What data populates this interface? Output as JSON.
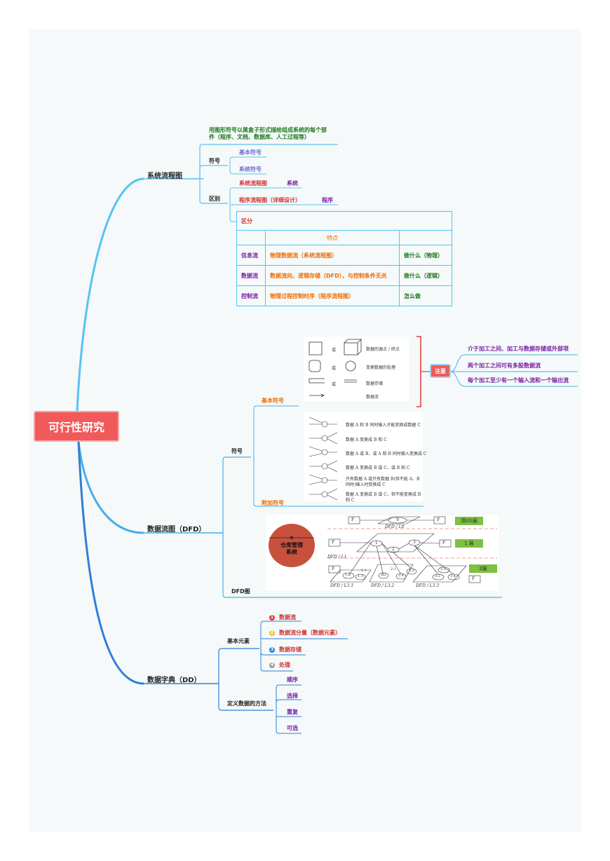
{
  "root": {
    "label": "可行性研究"
  },
  "branch1": {
    "label": "系统流程图",
    "desc": "用图形符号以黑盒子形式描绘组成系统的每个部件（程序、文档、数据库、人工过程等）",
    "desc_line1": "用图形符号以黑盒子形式描绘组成系统的每个部",
    "desc_line2": "件（程序、文档、数据库、人工过程等）",
    "symbol": {
      "label": "符号",
      "items": [
        "基本符号",
        "系统符号"
      ]
    },
    "diff": {
      "label": "区别",
      "row1": {
        "left": "系统流程图",
        "right": "系统"
      },
      "row2": {
        "left": "程序流程图（详细设计）",
        "right": "程序"
      },
      "table": {
        "title": "区分",
        "header": "特点",
        "rows": [
          {
            "name": "信息流",
            "desc": "物理数据流（系统流程图）",
            "note": "做什么（物理）"
          },
          {
            "name": "数据流",
            "desc": "数据流向、逻辑存储（DFD），与控制条件无关",
            "note": "做什么（逻辑）"
          },
          {
            "name": "控制流",
            "desc": "物理过程控制时序（程序流程图）",
            "note": "怎么做"
          }
        ]
      }
    }
  },
  "branch2": {
    "label": "数据流图（DFD）",
    "symbol": {
      "label": "符号",
      "basic": {
        "label": "基本符号",
        "legend": {
          "or1": "或",
          "or2": "或",
          "or3": "或",
          "l1": "数据的源点 / 终点",
          "l2": "变换数据的处理",
          "l3": "数据存储",
          "l4": "数据流"
        }
      },
      "extra": {
        "label": "附加符号",
        "captions": [
          "数据 A 和 B 同时输入才能变换成数据 C",
          "数据 A 变换成 B 和 C",
          "数据 A 或 B、或 A 和 B 同时输入变换成 C",
          "数据 A 变换成 B 或 C、或 B 和 C",
          "只有数据 A 或只有数据 B(但不能 A、B 同时)输入时变换成 C",
          "数据 A 变换成 B 或 C，但不能变换成 B 和 C"
        ],
        "caption5_line1": "只有数据 A 或只有数据 B(但不能 A、B",
        "caption5_line2": "同时)输入时变换成 C",
        "caption6_line1": "数据 A 变换成 B 或 C，但不能变换成 B",
        "caption6_line2": "和 C"
      },
      "note": {
        "label": "注意",
        "items": [
          "介于加工之间、加工与数据存储或外部项",
          "两个加工之间可有多股数据流",
          "每个加工至少有一个输入流和一个输出流"
        ]
      }
    },
    "dfd": {
      "label": "DFD图",
      "system_num": "0",
      "system_name1": "仓库管理",
      "system_name2": "系统",
      "layer0": "顶(0)层",
      "layer1": "1 层",
      "layer2": "2层",
      "f": "F",
      "s": "S",
      "p1": "1",
      "p2": "2",
      "p3": "3",
      "l0": "DFD / L0",
      "l1": "DFD / L1",
      "l31": "DFD / L3.1",
      "l32": "DFD / L3.2",
      "l33": "DFD / L3.3",
      "n11": "1.1",
      "n12": "1.2",
      "n13": "1.3",
      "n21": "2.1",
      "n22": "2.2",
      "n23": "2.3",
      "n24": "2.4",
      "n31": "3.1",
      "n32": "3.2",
      "n34": "3.4"
    }
  },
  "branch3": {
    "label": "数据字典（DD）",
    "elements": {
      "label": "基本元素",
      "items": [
        {
          "num": "1",
          "label": "数据流",
          "color": "#e53935"
        },
        {
          "num": "2",
          "label": "数据流分量（数据元素）",
          "color": "#fbc02d"
        },
        {
          "num": "3",
          "label": "数据存储",
          "color": "#1e88e5"
        },
        {
          "num": "4",
          "label": "处理",
          "color": "#9e9e9e"
        }
      ]
    },
    "method": {
      "label": "定义数据的方法",
      "items": [
        "顺序",
        "选择",
        "重复",
        "可选"
      ]
    }
  }
}
